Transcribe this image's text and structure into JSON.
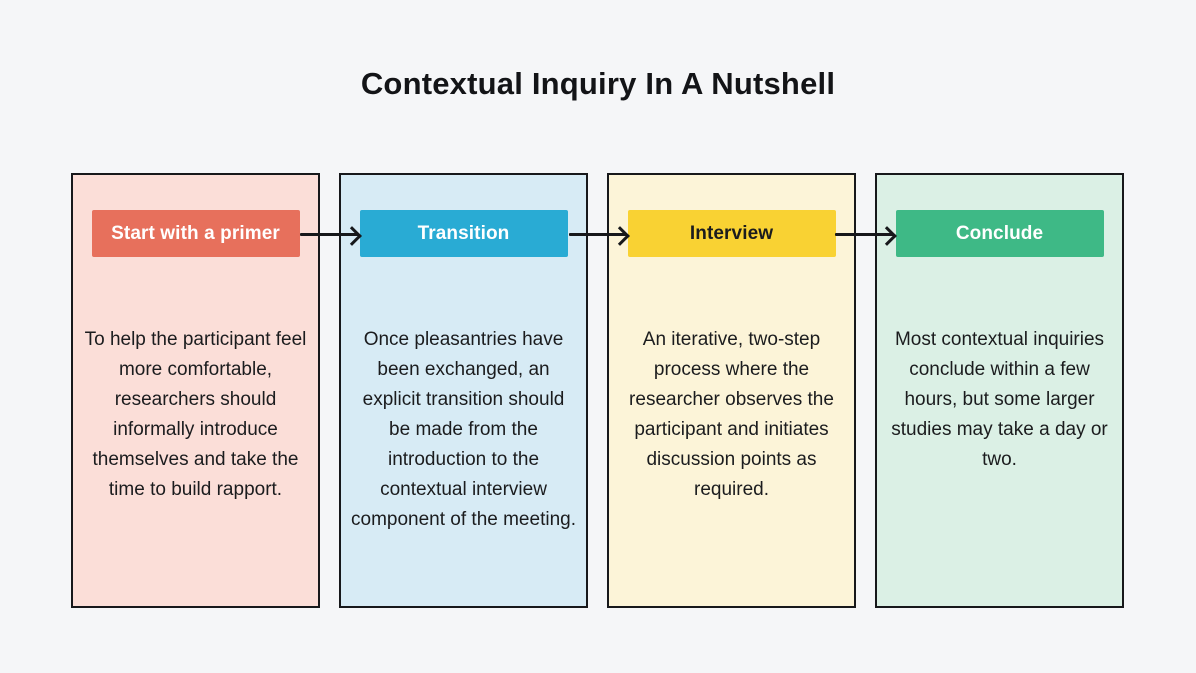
{
  "page": {
    "title": "Contextual Inquiry In A Nutshell",
    "background": "#f5f6f8",
    "title_color": "#131417",
    "border_color": "#17181b",
    "arrow_color": "#17181b"
  },
  "diagram": {
    "type": "flow",
    "steps": [
      {
        "label": "Start with a primer",
        "body": "To help the participant feel more comfortable, researchers should informally introduce themselves and take the time to build rapport.",
        "card_bg": "#fbded8",
        "label_bg": "#e7705c",
        "label_color": "#ffffff"
      },
      {
        "label": "Transition",
        "body": "Once pleasantries have been exchanged, an explicit transition should be made from the introduction to the contextual interview component of the meeting.",
        "card_bg": "#d7ebf5",
        "label_bg": "#29abd4",
        "label_color": "#ffffff"
      },
      {
        "label": "Interview",
        "body": "An iterative, two-step process where the researcher observes the participant and initiates discussion points as required.",
        "card_bg": "#fcf4d8",
        "label_bg": "#f9d233",
        "label_color": "#1b1c1e"
      },
      {
        "label": "Conclude",
        "body": "Most contextual inquiries conclude within a few hours, but some larger studies may take a day or two.",
        "card_bg": "#dbf0e5",
        "label_bg": "#3eb986",
        "label_color": "#ffffff"
      }
    ]
  }
}
